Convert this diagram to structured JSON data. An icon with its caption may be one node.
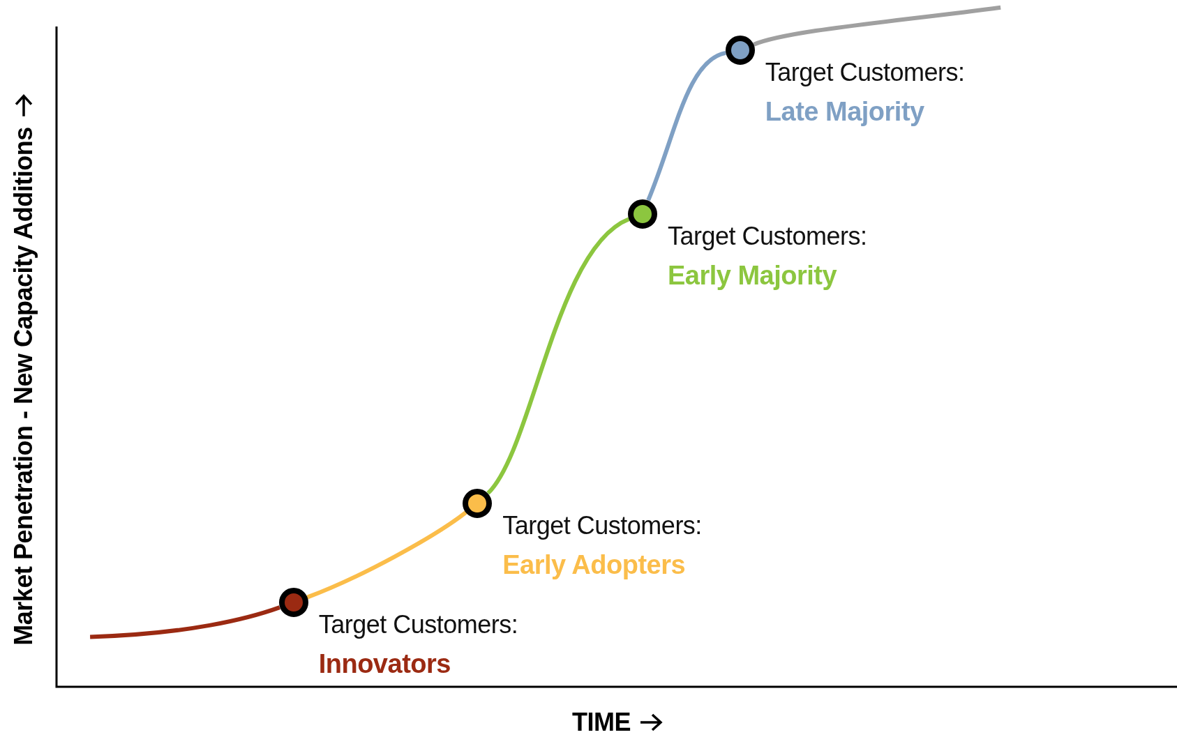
{
  "diagram": {
    "nodes": [
      {
        "text": [],
        "shape": "circle",
        "beside": [
          "Target Customers:",
          "Innovators"
        ]
      },
      {
        "text": [],
        "shape": "circle",
        "beside": [
          "Target Customers:",
          "Early Adopters"
        ]
      },
      {
        "text": [],
        "shape": "circle",
        "beside": [
          "Target Customers:",
          "Early Majority"
        ]
      },
      {
        "text": [],
        "shape": "circle",
        "beside": [
          "Target Customers:",
          "Late Majority"
        ]
      }
    ],
    "edges": [
      {
        "from": null,
        "to": 0,
        "arrow": "none",
        "color": "#9b2a12"
      },
      {
        "from": 0,
        "to": 1,
        "arrow": "none",
        "color": "#fbbd4a"
      },
      {
        "from": 1,
        "to": 2,
        "arrow": "none",
        "color": "#8cc63f"
      },
      {
        "from": 2,
        "to": 3,
        "arrow": "none",
        "color": "#7fa0c4"
      },
      {
        "from": 3,
        "to": null,
        "arrow": "none",
        "color": "#a0a0a0"
      }
    ],
    "labels": [
      "Market Penetration - New Capacity Additions",
      "TIME"
    ]
  }
}
